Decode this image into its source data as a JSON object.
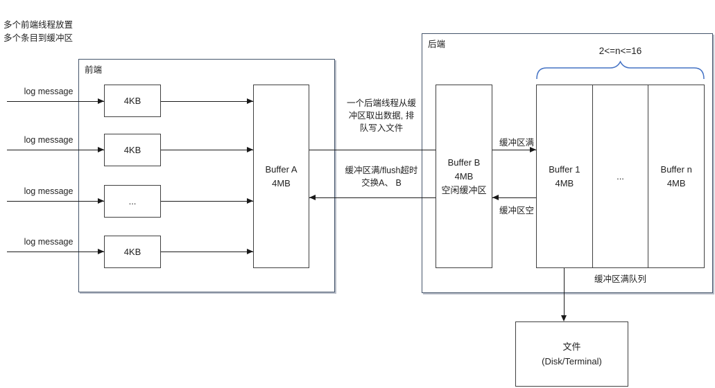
{
  "note": {
    "text": "多个前端线程放置\n多个条目到缓冲区"
  },
  "frontend": {
    "label": "前端",
    "rows": [
      {
        "input": "log message",
        "cell": "4KB"
      },
      {
        "input": "log message",
        "cell": "4KB"
      },
      {
        "input": "log message",
        "cell": "..."
      },
      {
        "input": "log message",
        "cell": "4KB"
      }
    ],
    "buffer_a": "Buffer A\n4MB"
  },
  "middle": {
    "backend_thread_note": "一个后端线程从缓\n冲区取出数据, 排\n队写入文件",
    "swap_note": "缓冲区满/flush超时\n交换A、 B"
  },
  "backend": {
    "label": "后端",
    "buffer_b": "Buffer B\n4MB\n空闲缓冲区",
    "buffer_full_label": "缓冲区满",
    "buffer_empty_label": "缓冲区空",
    "queue": {
      "range_label": "2<=n<=16",
      "cells": [
        "Buffer 1\n4MB",
        "...",
        "Buffer n\n4MB"
      ],
      "caption": "缓冲区满队列"
    }
  },
  "file": {
    "label": "文件\n(Disk/Terminal)"
  },
  "colors": {
    "container_border": "#44546A",
    "inner_border": "#3f3f3f",
    "line": "#1a1a1a",
    "brace": "#4472C4"
  }
}
